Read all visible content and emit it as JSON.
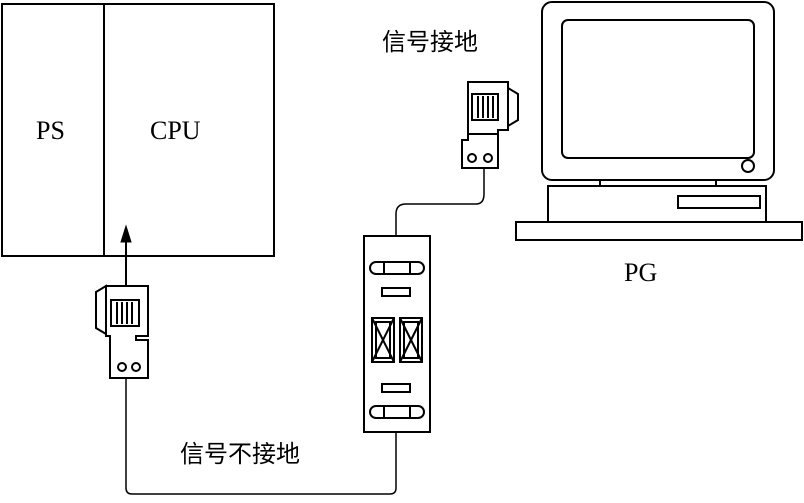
{
  "labels": {
    "ps": "PS",
    "cpu": "CPU",
    "pg": "PG",
    "signal_grounded": "信号接地",
    "signal_not_grounded": "信号不接地"
  },
  "colors": {
    "stroke": "#000000",
    "background": "#ffffff"
  }
}
